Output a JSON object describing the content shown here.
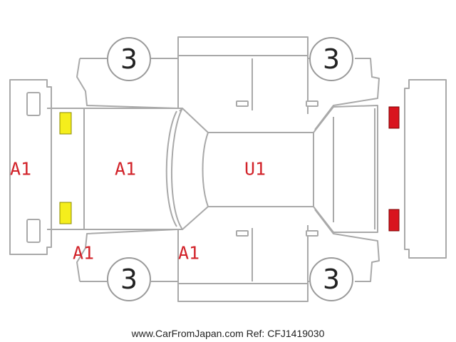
{
  "colors": {
    "mark_text": "#d2232a",
    "fog_light": "#f5ee1c",
    "tail_light": "#d9141e",
    "outline": "#a9a9a9"
  },
  "tires": {
    "front_left": "3",
    "rear_left": "3",
    "front_right": "3",
    "rear_right": "3"
  },
  "marks": {
    "front_bumper": "A1",
    "hood": "A1",
    "roof": "U1",
    "front_fender_lower": "A1",
    "front_door_lower": "A1"
  },
  "lights": {
    "front_upper": "fog-light",
    "front_lower": "fog-light",
    "rear_upper": "tail-light",
    "rear_lower": "tail-light"
  },
  "footer": "www.CarFromJapan.com Ref: CFJ1419030"
}
